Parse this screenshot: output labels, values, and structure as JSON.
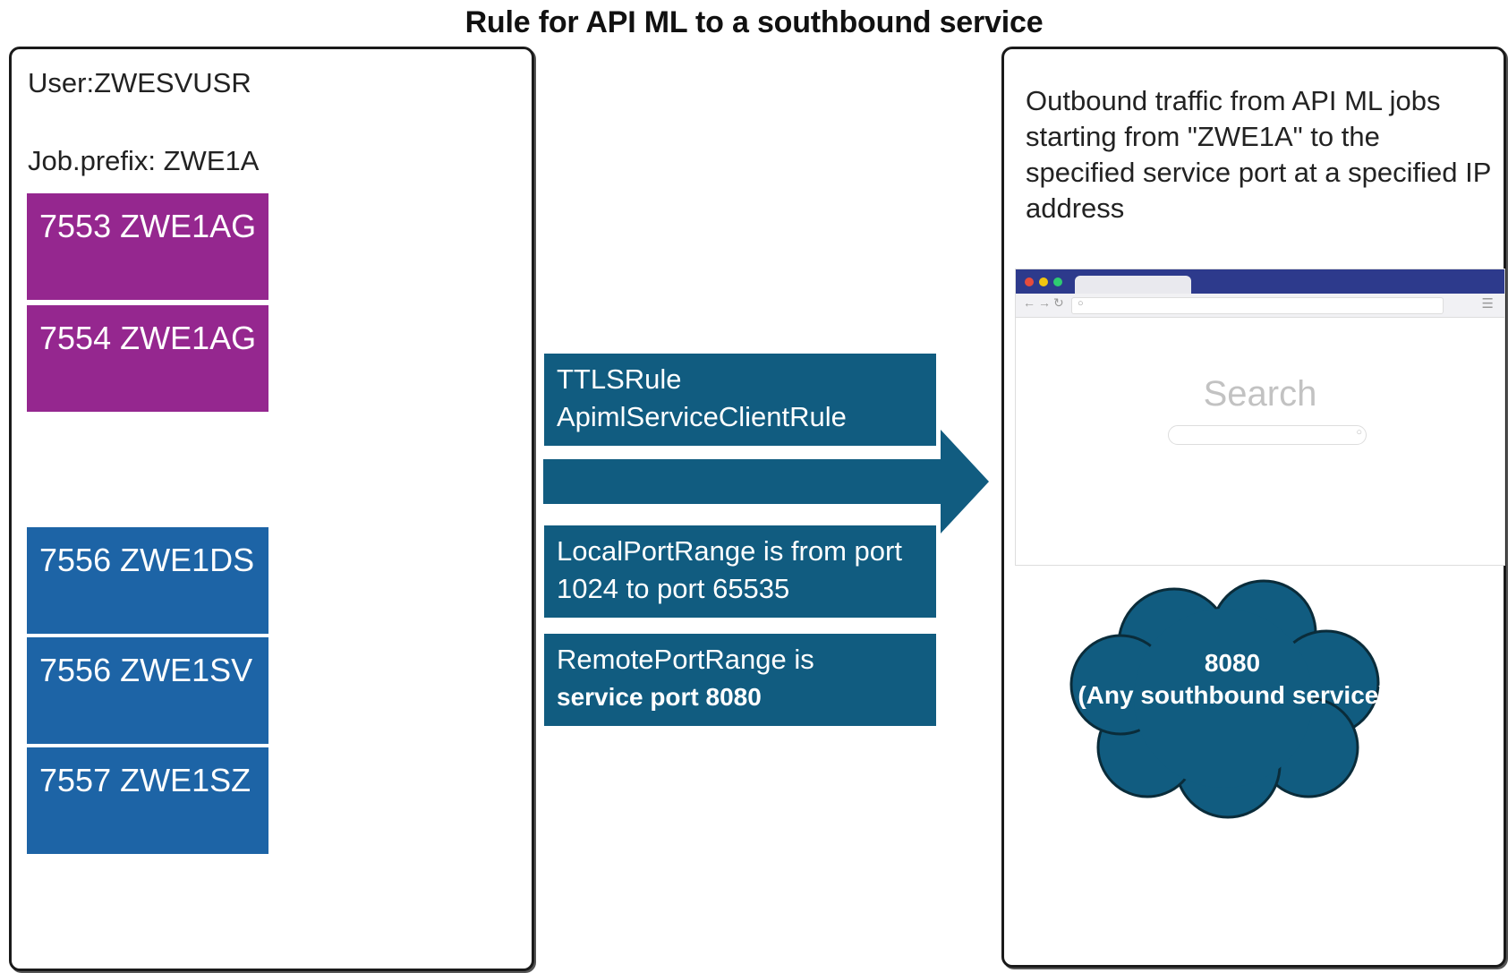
{
  "title": "Rule for API ML to a southbound service",
  "left_panel": {
    "user_label": "User:ZWESVUSR",
    "job_prefix_label": "Job.prefix: ZWE1A",
    "jobs": [
      {
        "label": "7553 ZWE1AG",
        "color": "#95278f"
      },
      {
        "label": "7554 ZWE1AG",
        "color": "#95278f"
      },
      {
        "label": "7556 ZWE1DS",
        "color": "#1d64a6"
      },
      {
        "label": "7556 ZWE1SV",
        "color": "#1d64a6"
      },
      {
        "label": "7557 ZWE1SZ",
        "color": "#1d64a6"
      }
    ]
  },
  "rules": {
    "ttls_rule": {
      "line1": "TTLSRule",
      "line2": "ApimlServiceClientRule"
    },
    "local_port": {
      "line1": "LocalPortRange is from port",
      "line2": "1024 to port 65535"
    },
    "remote_port": {
      "line1": "RemotePortRange is",
      "line2": "service port 8080"
    },
    "box_color": "#115c80"
  },
  "right_panel": {
    "description": "Outbound traffic from API ML jobs starting from \"ZWE1A\" to the specified service port at a specified IP address",
    "browser": {
      "search_label": "Search",
      "bar_color": "#2d3a8c"
    },
    "cloud": {
      "line1": "8080",
      "line2": "(Any southbound service)",
      "color": "#115c80"
    }
  }
}
